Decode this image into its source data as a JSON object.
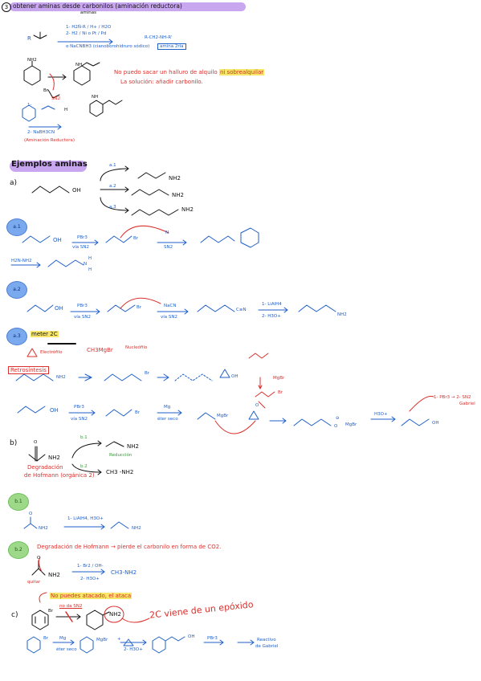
{
  "sections": {
    "title_1": "obtener aminas desde carbonilos (aminación reductora)",
    "title_1_sub": "aminas",
    "number_1": "3",
    "ejemplos_heading": "Ejemplos aminas"
  },
  "reductive_amination": {
    "reagent_r": "R",
    "conditions_line1": "1- H2Ñ-R / H+ / H2O",
    "conditions_line2": "2- H2 / Ni o Pt / Pd",
    "conditions_line3": "o NaCNBH3 (cianoborohidruro sódico)",
    "product_note": "R-CH2-NH-R'",
    "product_box": "amina 2ria",
    "nh2_label": "NH2",
    "nh_label": "NH",
    "br_label": "Br",
    "sn2_label": "SN2",
    "red_note_1": "No puedo sacar un halluro de alquilo ",
    "red_note_1_hl": "ni sobrealquilar",
    "red_note_2": "La solución: añadir carbonilo.",
    "step_1": "1-",
    "step_2": "2- NaBH3CN",
    "amine_caption": "(Aminación Reductora)",
    "nh_small": "NH",
    "h_label": "H"
  },
  "example_a": {
    "label": "a)",
    "oh": "OH",
    "a1": "a.1",
    "a2": "a.2",
    "a3": "a.3",
    "nh2": "NH2"
  },
  "example_a1": {
    "badge": "a.1",
    "oh": "OH",
    "pbr3": "PBr3",
    "via": "vía SN2",
    "br": "Br",
    "sn2": "SN2",
    "n_label": "N",
    "reagent": "H2N-NH2",
    "nh": "N",
    "h": "H",
    "h2": "H"
  },
  "example_a2": {
    "badge": "a.2",
    "oh": "OH",
    "pbr3": "PBr3",
    "via": "vía SN2",
    "br": "Br",
    "cn_reagent": "NaCN",
    "via2": "vía SN2",
    "cn": "C≡N",
    "lialh4": "1- LiAlH4",
    "h3o": "2- H3O+",
    "nh2": "NH2"
  },
  "example_a3": {
    "badge": "a.3",
    "note": "meter 2C",
    "electrofilo": "Electrófilo",
    "nucleofilo": "Nucleófilo",
    "ch3mgbr": "CH3MgBr",
    "retrosintesis": "Retrosíntesis",
    "nh2": "NH2",
    "br": "Br",
    "oh": "OH",
    "mgbr": "MgBr",
    "br2": "Br",
    "pbr3": "PBr3",
    "via": "vía SN2",
    "mg": "Mg",
    "eter": "éter seco",
    "o_label": "O",
    "o2": "O",
    "mgbr2": "MgBr",
    "h3o": "H3O+",
    "oh2": "OH",
    "final_red_1": "1- PBr3 → 2- SN2",
    "final_red_2": "Gabriel",
    "minus": "⊖",
    "mgbr_plus": "MgBr"
  },
  "example_b": {
    "label": "b)",
    "o": "O",
    "nh2": "NH2",
    "b1": "b.1",
    "b2": "b.2",
    "nh2_top": "NH2",
    "reduccion": "Reducción",
    "ch3nh2": "CH3 -NH2",
    "degradacion_1": "Degradación",
    "degradacion_2": "de Hofmann (orgánica 2)"
  },
  "example_b1": {
    "badge": "b.1",
    "o": "O",
    "nh2": "NH2",
    "reagents": "1- LiAlH4, H3O+",
    "nh2_product": "NH2"
  },
  "example_b2": {
    "badge": "b.2",
    "note": "Degradación de Hofmann → pierde el carbonilo en forma de CO2.",
    "o": "O",
    "nh2": "NH2",
    "reagents_1": "1- Br2 / OH-",
    "reagents_2": "2- H3O+",
    "product": "CH3-NH2",
    "quitar": "quitar"
  },
  "example_c": {
    "label": "c)",
    "note": "No puedes atacado, el ataca",
    "sn2_strike": "no da SN2",
    "br": "Br",
    "nh2": "NH2",
    "epoxide_note": "2C viene de un epóxido",
    "br2": "Br",
    "mg": "Mg",
    "eter": "éter seco",
    "mgbr": "MgBr",
    "plus": "+",
    "h3o": "2- H3O+",
    "oh": "OH",
    "pbr3": "PBr3",
    "reactivo_1": "Reactivo",
    "reactivo_2": "de Gabriel"
  },
  "colors": {
    "ink": "#111111",
    "red": "#d9302c",
    "blue": "#1f5fc9",
    "green": "#3a9a3a",
    "purple_highlight": "#c9a6f0",
    "yellow_highlight": "#f7e66a",
    "badge_blue": "#7aa9ee",
    "badge_green": "#9ed98a"
  }
}
